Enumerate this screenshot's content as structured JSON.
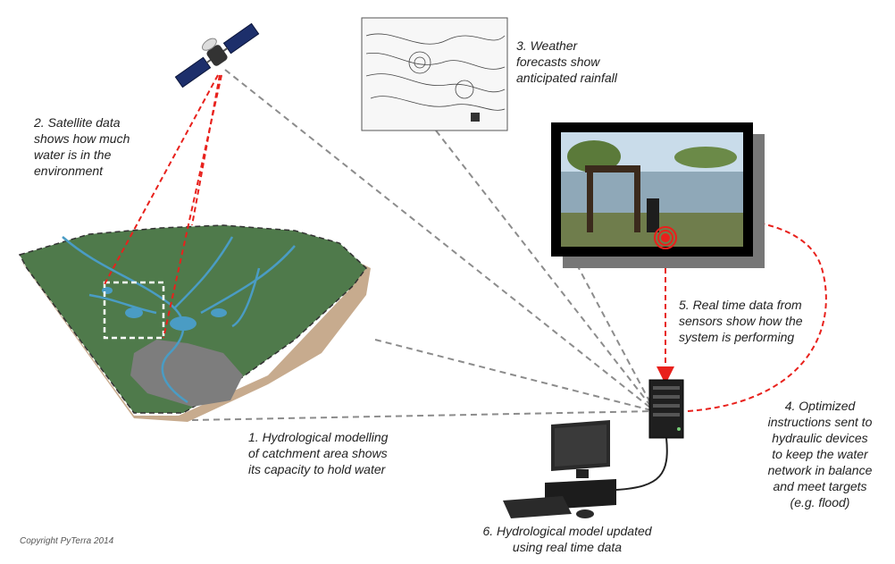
{
  "labels": {
    "satellite": [
      "2. Satellite data",
      "shows how much",
      "water is in the",
      "environment"
    ],
    "weather": [
      "3. Weather",
      "forecasts show",
      "anticipated rainfall"
    ],
    "sensors": [
      "5. Real time data from",
      "sensors show how the",
      "system is performing"
    ],
    "instructions": [
      "4. Optimized",
      "instructions sent to",
      "hydraulic devices",
      "to keep the water",
      "network in balance",
      "and meet targets",
      "(e.g. flood)"
    ],
    "modelling": [
      "1. Hydrological modelling",
      "of catchment area shows",
      "its capacity to hold water"
    ],
    "updated": [
      "6. Hydrological model updated",
      "using real time data"
    ]
  },
  "copyright": "Copyright PyTerra 2014",
  "colors": {
    "red_link": "#e8211c",
    "grey_link": "#8c8c8c",
    "terrain": "#4f7a4b",
    "water": "#4a9cc4",
    "soil": "#c7ab8e"
  }
}
